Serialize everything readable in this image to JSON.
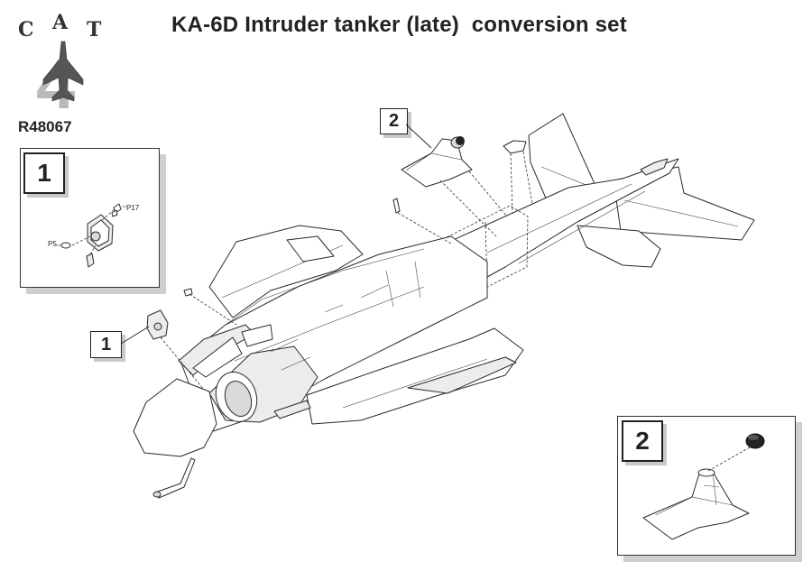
{
  "header": {
    "title": "KA-6D Intruder tanker (late)  conversion set"
  },
  "logo": {
    "letters": [
      "C",
      "A",
      "T"
    ],
    "badge_text": "4",
    "product_code": "R48067"
  },
  "callouts": {
    "inset_1": {
      "step": "1",
      "part_p17": "P17",
      "part_p5": "P5"
    },
    "inset_2": {
      "step": "2"
    },
    "main_step_1": "1",
    "main_step_2": "2"
  }
}
